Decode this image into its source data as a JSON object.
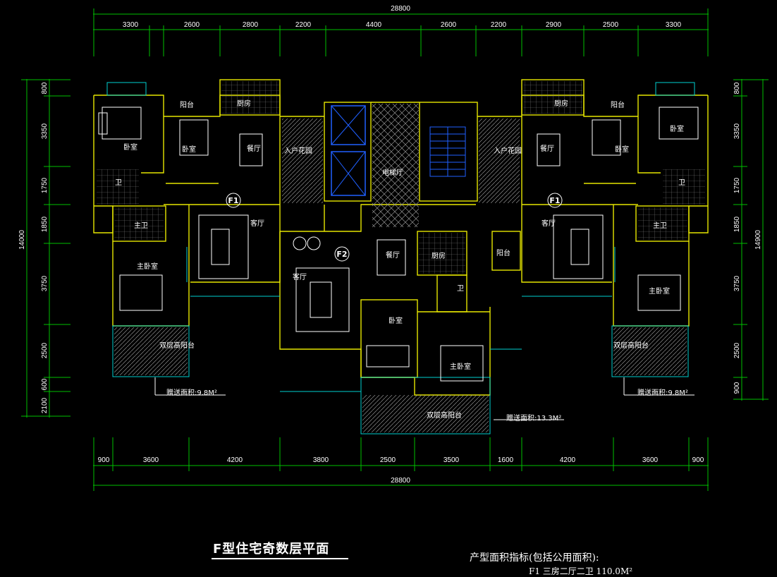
{
  "drawing": {
    "title": "F型住宅奇数层平面",
    "area_index_title": "产型面积指标(包括公用面积):",
    "area_index_partial": "F1 三房二厅二卫 110.0M²"
  },
  "dimensions": {
    "top_total": "28800",
    "top": [
      "3300",
      "2600",
      "2800",
      "2200",
      "4400",
      "2600",
      "2200",
      "2900",
      "2500",
      "3300"
    ],
    "bottom_total": "28800",
    "bottom": [
      "900",
      "3600",
      "4200",
      "3800",
      "2500",
      "3500",
      "1600",
      "4200",
      "3600",
      "900"
    ],
    "left_total": "14000",
    "left": [
      "800",
      "3350",
      "1750",
      "1850",
      "3750",
      "2500",
      "600",
      "2100"
    ],
    "right_total": "14900",
    "right": [
      "800",
      "3350",
      "1750",
      "1850",
      "3750",
      "2500",
      "900"
    ]
  },
  "rooms": {
    "balcony": "阳台",
    "kitchen": "厨房",
    "bedroom": "卧室",
    "dining": "餐厅",
    "entry_garden": "入户花园",
    "elevator_hall": "电梯厅",
    "bath": "卫",
    "master_bath": "主卫",
    "living": "客厅",
    "master_bedroom": "主卧室",
    "double_balcony": "双层高阳台"
  },
  "units": {
    "f1": "F1",
    "f2": "F2"
  },
  "notes": {
    "gift_left": "赠送面积:9.8M²",
    "gift_center": "赠送面积:13.3M²",
    "gift_right": "赠送面积:9.8M²"
  }
}
